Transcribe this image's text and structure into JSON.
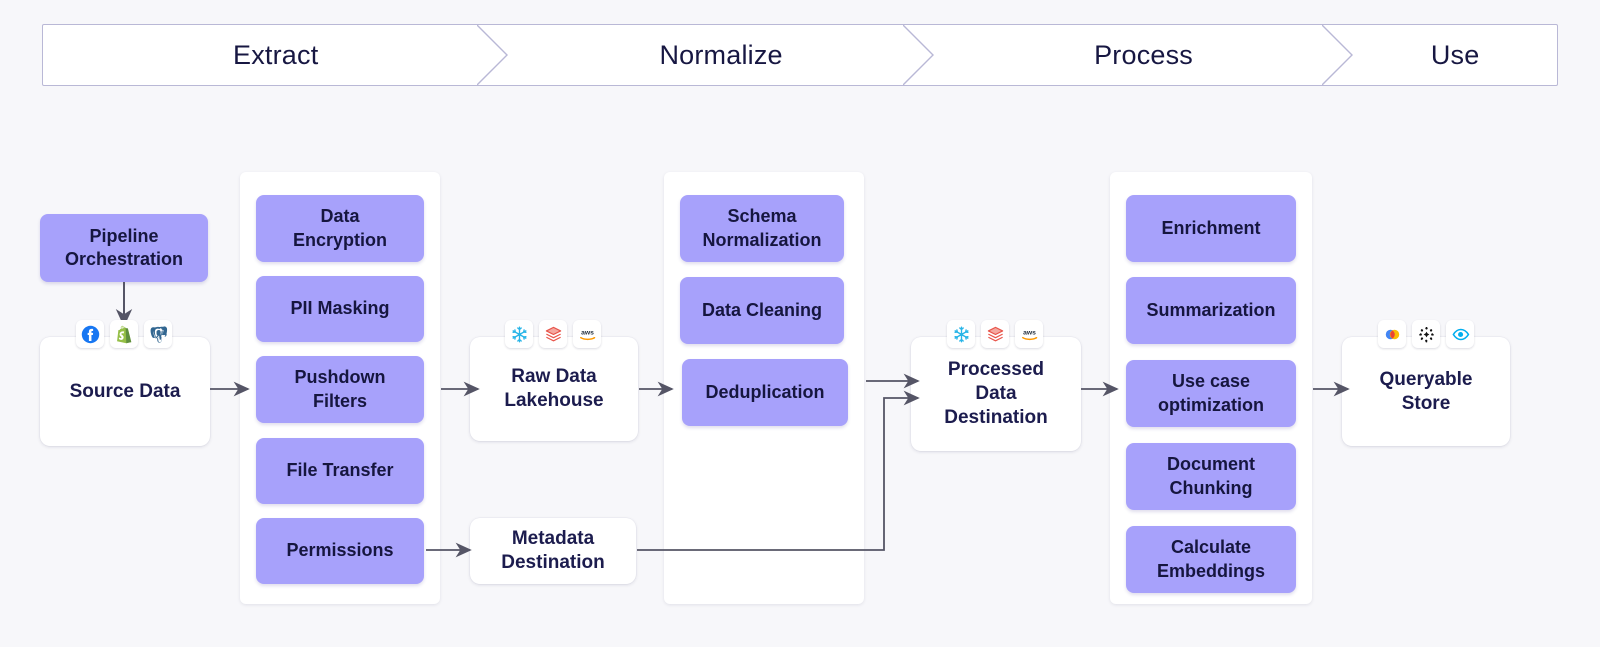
{
  "banner": {
    "phases": [
      {
        "label": "Extract"
      },
      {
        "label": "Normalize"
      },
      {
        "label": "Process"
      },
      {
        "label": "Use"
      }
    ]
  },
  "colors": {
    "background": "#f7f7fa",
    "card_purple": "#a7a1fb",
    "text_navy": "#1c1c4e",
    "banner_border": "#b9b8d6",
    "arrow": "#555566"
  },
  "nodes": {
    "pipeline_orchestration": {
      "label": "Pipeline\nOrchestration"
    },
    "source_data": {
      "label": "Source Data",
      "icons": [
        "facebook-icon",
        "shopify-icon",
        "postgresql-icon"
      ]
    },
    "raw_data_lakehouse": {
      "label": "Raw Data\nLakehouse",
      "icons": [
        "snowflake-icon",
        "databricks-icon",
        "aws-icon"
      ]
    },
    "metadata_destination": {
      "label": "Metadata\nDestination"
    },
    "processed_data_destination": {
      "label": "Processed\nData\nDestination",
      "icons": [
        "snowflake-icon",
        "databricks-icon",
        "aws-icon"
      ]
    },
    "queryable_store": {
      "label": "Queryable\nStore",
      "icons": [
        "pinecone-icon",
        "weaviate-icon",
        "mongodb-icon"
      ]
    }
  },
  "columns": {
    "extract": {
      "cards": [
        {
          "label": "Data\nEncryption"
        },
        {
          "label": "PII Masking"
        },
        {
          "label": "Pushdown\nFilters"
        },
        {
          "label": "File Transfer"
        },
        {
          "label": "Permissions"
        }
      ]
    },
    "normalize": {
      "cards": [
        {
          "label": "Schema\nNormalization"
        },
        {
          "label": "Data Cleaning"
        },
        {
          "label": "Deduplication"
        }
      ]
    },
    "process": {
      "cards": [
        {
          "label": "Enrichment"
        },
        {
          "label": "Summarization"
        },
        {
          "label": "Use case\noptimization"
        },
        {
          "label": "Document\nChunking"
        },
        {
          "label": "Calculate\nEmbeddings"
        }
      ]
    }
  }
}
